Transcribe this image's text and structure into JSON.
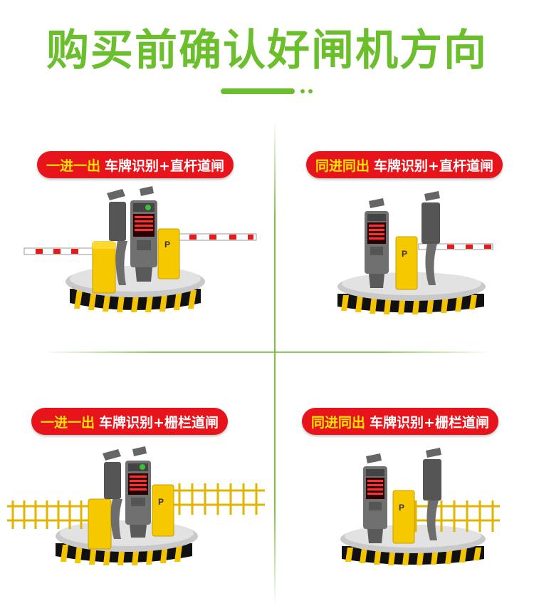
{
  "title": "购买前确认好闸机方向",
  "colors": {
    "brand_green": "#6cbf2c",
    "pill_red": "#e8141b",
    "highlight_yellow": "#ffe600"
  },
  "panels": [
    {
      "highlight": "一进一出",
      "label": "车牌识别+直杆道闸",
      "barrier": "straight-boom",
      "mode": "one-in-one-out"
    },
    {
      "highlight": "同进同出",
      "label": "车牌识别+直杆道闸",
      "barrier": "straight-boom",
      "mode": "same-lane"
    },
    {
      "highlight": "一进一出",
      "label": "车牌识别+栅栏道闸",
      "barrier": "fence-boom",
      "mode": "one-in-one-out"
    },
    {
      "highlight": "同进同出",
      "label": "车牌识别+栅栏道闸",
      "barrier": "fence-boom",
      "mode": "same-lane"
    }
  ]
}
